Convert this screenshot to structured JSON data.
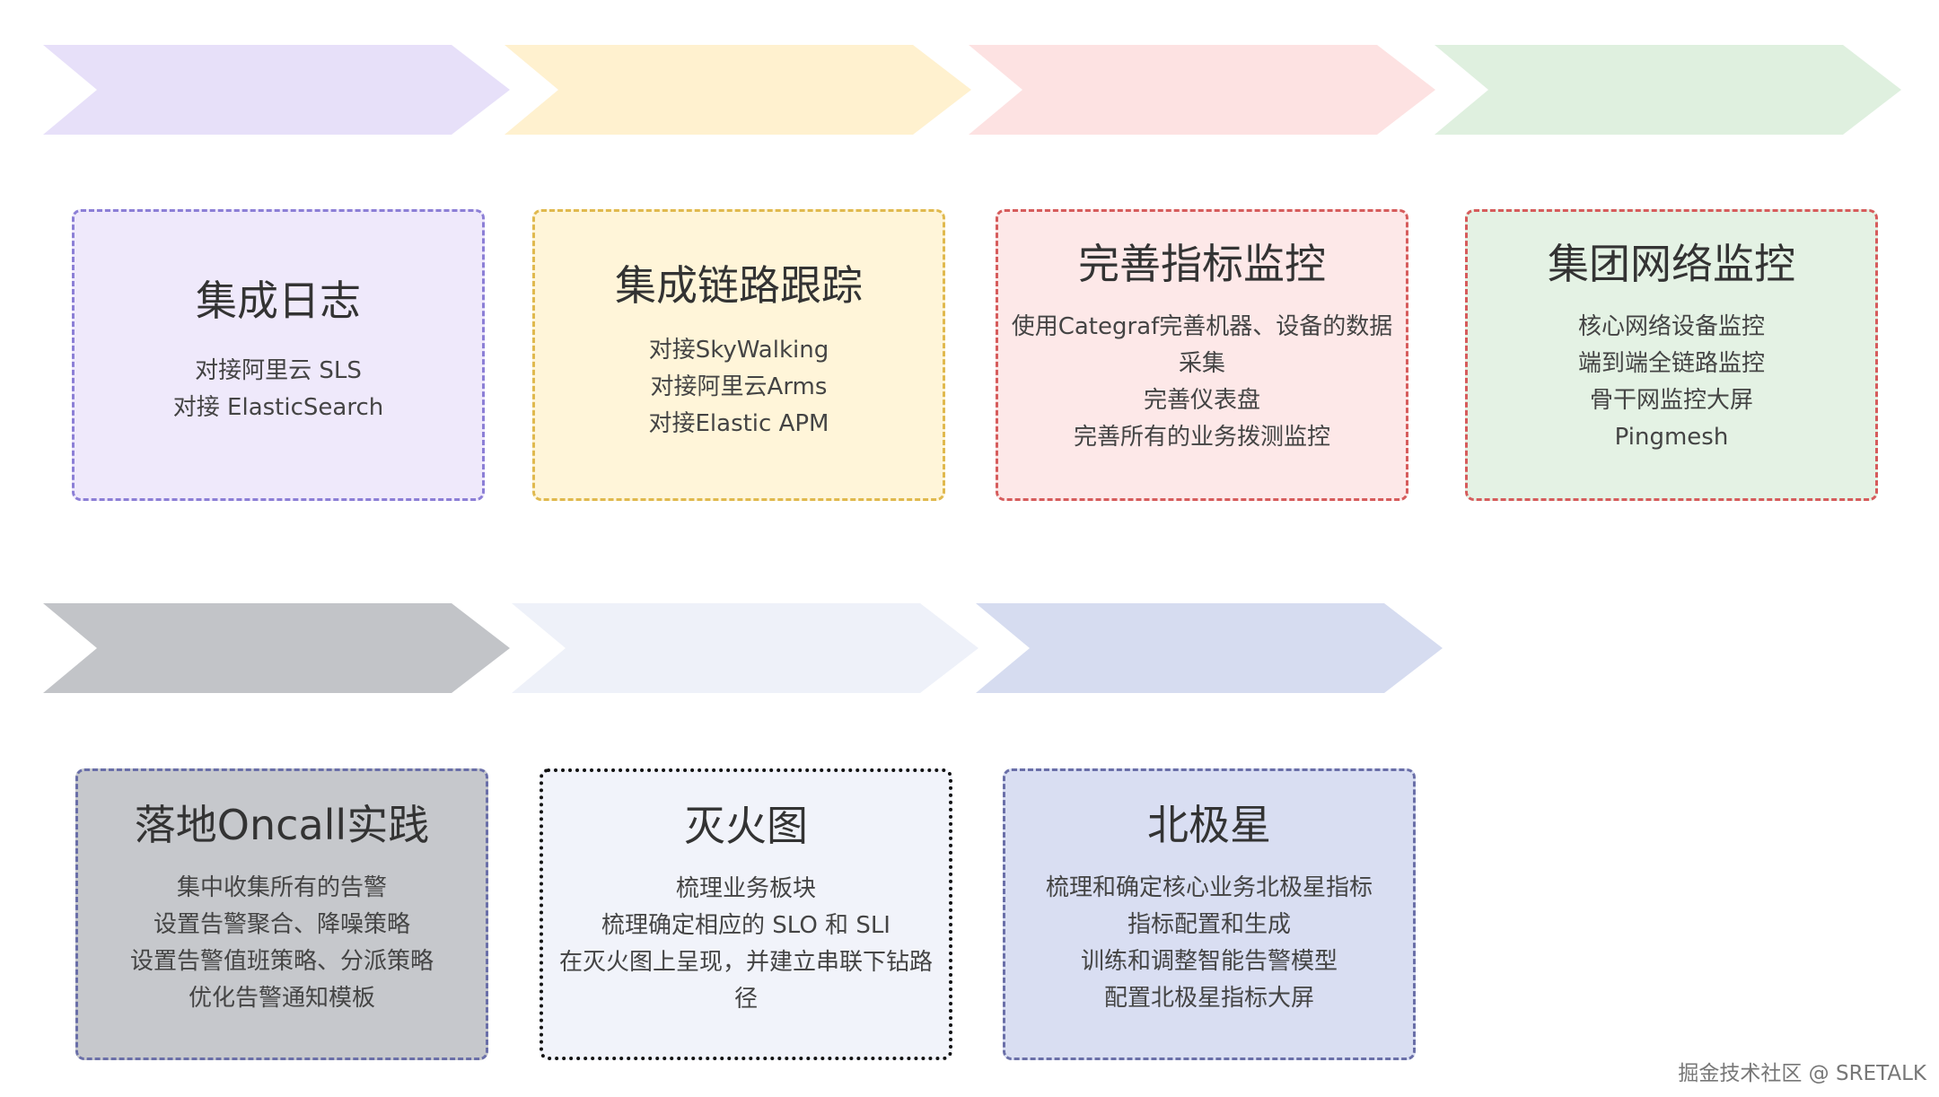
{
  "colors": {
    "purple_arrow": "#e7e0f9",
    "yellow_arrow": "#fff1cf",
    "red_arrow": "#fde2e2",
    "green_arrow": "#dff0df",
    "gray_arrow": "#c2c4c8",
    "light_arrow": "#eef1f9",
    "blue_arrow": "#d6dcf0"
  },
  "row1": [
    {
      "title": "集成日志",
      "lines": [
        "对接阿里云 SLS",
        "对接 ElasticSearch"
      ]
    },
    {
      "title": "集成链路跟踪",
      "lines": [
        "对接SkyWalking",
        "对接阿里云Arms",
        "对接Elastic APM"
      ]
    },
    {
      "title": "完善指标监控",
      "lines": [
        "使用Categraf完善机器、设备的数据采集",
        "完善仪表盘",
        "完善所有的业务拨测监控"
      ]
    },
    {
      "title": "集团网络监控",
      "lines": [
        "核心网络设备监控",
        "端到端全链路监控",
        "骨干网监控大屏",
        "Pingmesh"
      ]
    }
  ],
  "row2": [
    {
      "title": "落地Oncall实践",
      "lines": [
        "集中收集所有的告警",
        "设置告警聚合、降噪策略",
        "设置告警值班策略、分派策略",
        "优化告警通知模板"
      ]
    },
    {
      "title": "灭火图",
      "lines": [
        "梳理业务板块",
        "梳理确定相应的 SLO 和 SLI",
        "在灭火图上呈现，并建立串联下钻路径"
      ]
    },
    {
      "title": "北极星",
      "lines": [
        "梳理和确定核心业务北极星指标",
        "指标配置和生成",
        "训练和调整智能告警模型",
        "配置北极星指标大屏"
      ]
    }
  ],
  "watermark": "掘金技术社区 @ SRETALK"
}
